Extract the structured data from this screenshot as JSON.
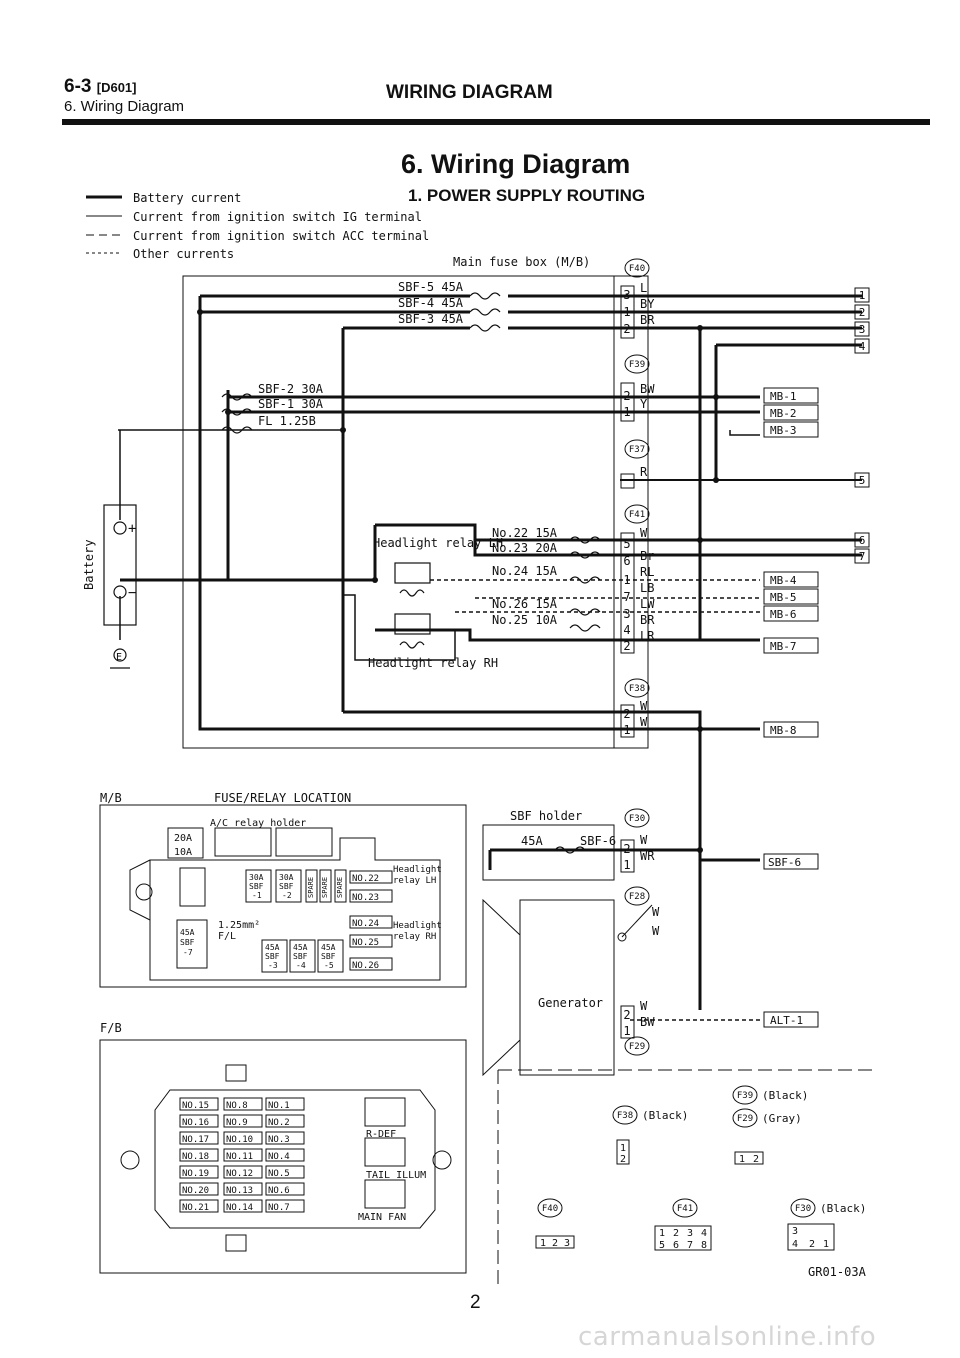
{
  "header": {
    "code": "6-3",
    "code_ref": "[D601]",
    "subtitle": "6. Wiring Diagram",
    "title": "WIRING DIAGRAM"
  },
  "document": {
    "title": "6. Wiring Diagram",
    "section": "1. POWER SUPPLY ROUTING",
    "page_number": "2",
    "diagram_code": "GR01-03A",
    "watermark": "carmanualsonline.info"
  },
  "legend": [
    {
      "label": "Battery current",
      "style": "thick"
    },
    {
      "label": "Current from ignition switch IG terminal",
      "style": "thin"
    },
    {
      "label": "Current from ignition switch ACC terminal",
      "style": "long-dash"
    },
    {
      "label": "Other currents",
      "style": "short-dash"
    }
  ],
  "main_fuse_box": {
    "label": "Main fuse box (M/B)",
    "fuses": [
      "SBF-5 45A",
      "SBF-4 45A",
      "SBF-3 45A",
      "SBF-2 30A",
      "SBF-1 30A",
      "FL 1.25B"
    ],
    "relay_lh": "Headlight relay LH",
    "relay_rh": "Headlight relay RH",
    "fuses_small": [
      "No.22 15A",
      "No.23 20A",
      "No.24 15A",
      "No.26 15A",
      "No.25 10A"
    ]
  },
  "battery": {
    "label": "Battery",
    "plus": "+",
    "minus": "−",
    "ground": "E"
  },
  "connectors": {
    "F40": {
      "name": "F40",
      "pins": [
        "3",
        "1",
        "2"
      ],
      "wires": [
        "L",
        "BY",
        "BR"
      ]
    },
    "F39": {
      "name": "F39",
      "pins": [
        "2",
        "1"
      ],
      "wires": [
        "BW",
        "Y"
      ]
    },
    "F37": {
      "name": "F37",
      "wires": [
        "R"
      ]
    },
    "F41": {
      "name": "F41",
      "pins": [
        "5",
        "6",
        "1",
        "7",
        "3",
        "4",
        "2"
      ],
      "wires": [
        "W",
        "Br",
        "RL",
        "LB",
        "LW",
        "BR",
        "LR"
      ]
    },
    "F38": {
      "name": "F38",
      "pins": [
        "2",
        "1"
      ],
      "wires": [
        "W",
        "W"
      ]
    },
    "F30": {
      "name": "F30",
      "pins": [
        "2",
        "1"
      ],
      "wires": [
        "W",
        "WR"
      ]
    },
    "F28": {
      "name": "F28",
      "wires": [
        "W",
        "W"
      ]
    },
    "F29": {
      "name": "F29",
      "pins": [
        "2",
        "1"
      ],
      "wires": [
        "W",
        "BW"
      ]
    }
  },
  "outputs": {
    "numbered": [
      "1",
      "2",
      "3",
      "4",
      "5",
      "6",
      "7"
    ],
    "mb": [
      "MB-1",
      "MB-2",
      "MB-3",
      "MB-4",
      "MB-5",
      "MB-6",
      "MB-7",
      "MB-8"
    ],
    "sbf6": "SBF-6",
    "alt": "ALT-1"
  },
  "sbf_holder": {
    "label": "SBF holder",
    "fuse_a": "45A",
    "fuse_b": "SBF-6"
  },
  "generator": {
    "label": "Generator"
  },
  "mb_location": {
    "tag": "M/B",
    "title": "FUSE/RELAY LOCATION",
    "ac_relay": "A/C relay holder",
    "left_fuses": [
      "20A",
      "10A"
    ],
    "sbf_top": [
      [
        "30A",
        "SBF",
        "-1"
      ],
      [
        "30A",
        "SBF",
        "-2"
      ]
    ],
    "spare": "SPARE",
    "sbf_bottom": [
      [
        "45A",
        "SBF",
        "-3"
      ],
      [
        "45A",
        "SBF",
        "-4"
      ],
      [
        "45A",
        "SBF",
        "-5"
      ]
    ],
    "sbf7": [
      "45A",
      "SBF",
      "-7"
    ],
    "fl": [
      "1.25mm²",
      "F/L"
    ],
    "nos": [
      "NO.22",
      "NO.23",
      "NO.24",
      "NO.25",
      "NO.26"
    ],
    "headlight_lh": [
      "Headlight",
      "relay LH"
    ],
    "headlight_rh": [
      "Headlight",
      "relay RH"
    ]
  },
  "fb_location": {
    "tag": "F/B",
    "col1": [
      "NO.15",
      "NO.16",
      "NO.17",
      "NO.18",
      "NO.19",
      "NO.20",
      "NO.21"
    ],
    "col2": [
      "NO.8",
      "NO.9",
      "NO.10",
      "NO.11",
      "NO.12",
      "NO.13",
      "NO.14"
    ],
    "col3": [
      "NO.1",
      "NO.2",
      "NO.3",
      "NO.4",
      "NO.5",
      "NO.6",
      "NO.7"
    ],
    "relays": [
      "R-DEF",
      "TAIL ILLUM",
      "MAIN FAN"
    ]
  },
  "connector_views": {
    "f39": {
      "name": "F39",
      "color": "(Black)"
    },
    "f29": {
      "name": "F29",
      "color": "(Gray)",
      "pins": [
        "1",
        "2"
      ]
    },
    "f38": {
      "name": "F38",
      "color": "(Black)",
      "pins": [
        "1",
        "2"
      ]
    },
    "f40": {
      "name": "F40",
      "pins": [
        "1",
        "2",
        "3"
      ]
    },
    "f41": {
      "name": "F41",
      "pins": [
        "1",
        "2",
        "3",
        "4",
        "5",
        "6",
        "7",
        "8"
      ]
    },
    "f30": {
      "name": "F30",
      "color": "(Black)",
      "pins": [
        "3",
        "4",
        "2",
        "1"
      ]
    }
  }
}
